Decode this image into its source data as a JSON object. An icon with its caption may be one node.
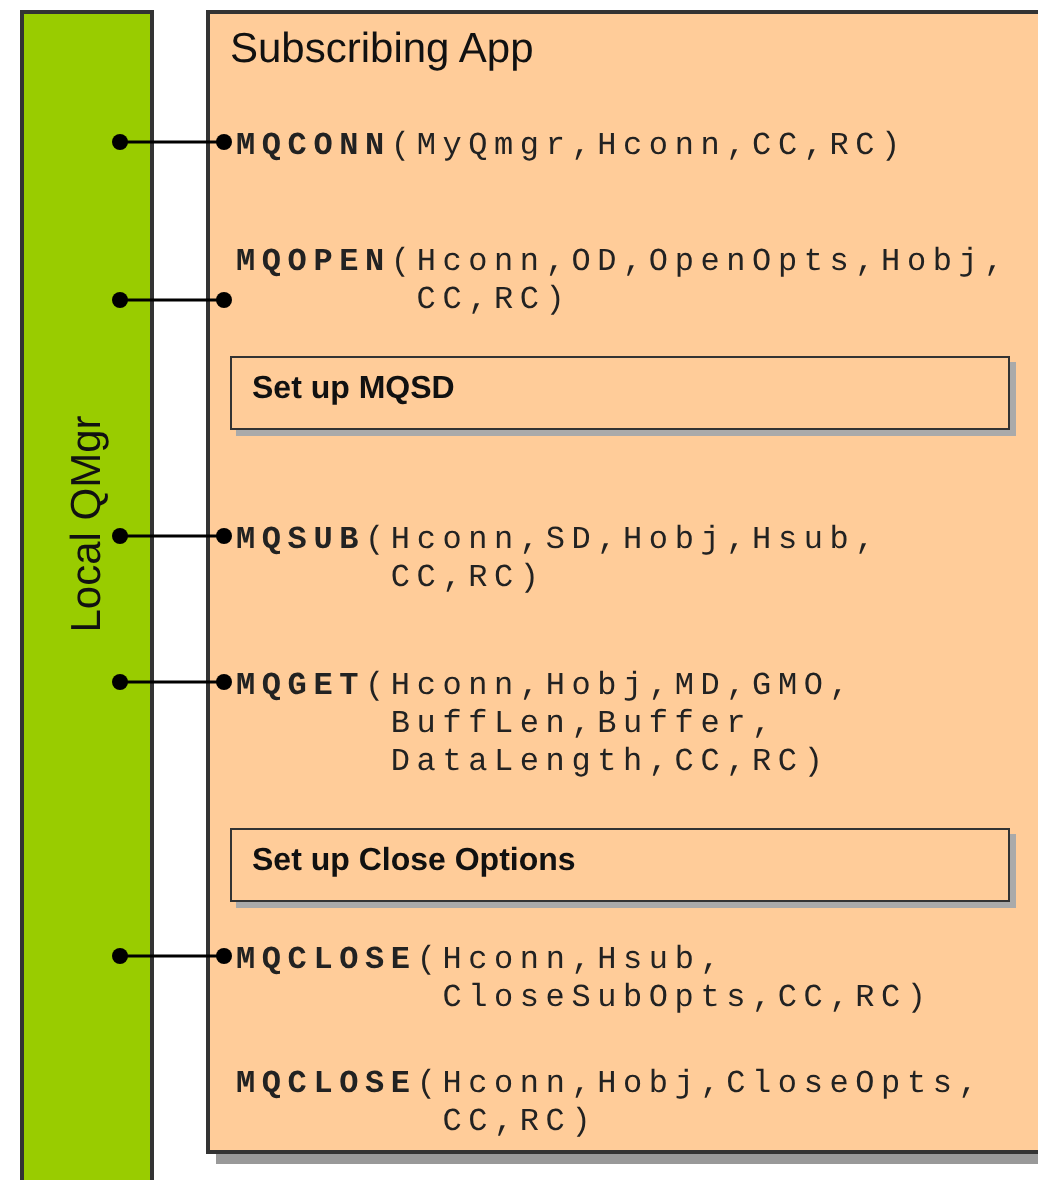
{
  "diagram": {
    "nodes": [
      {
        "text": [
          "Local QMgr"
        ]
      },
      {
        "text": [
          "Subscribing App"
        ]
      },
      {
        "text": [
          "**MQCONN**(MyQmgr,Hconn,CC,RC)"
        ],
        "in": 1
      },
      {
        "text": [
          "**MQOPEN**(Hconn,OD,OpenOpts,Hobj, CC,RC)"
        ],
        "in": 1
      },
      {
        "text": [
          "Set up MQSD"
        ],
        "in": 1
      },
      {
        "text": [
          "**MQSUB**(Hconn,SD,Hobj,Hsub, CC,RC)"
        ],
        "in": 1
      },
      {
        "text": [
          "**MQGET**(Hconn,Hobj,MD,GMO, BuffLen,Buffer, DataLength,CC,RC)"
        ],
        "in": 1
      },
      {
        "text": [
          "Set up Close Options"
        ],
        "in": 1
      },
      {
        "text": [
          "**MQCLOSE**(Hconn,Hsub, CloseSubOpts,CC,RC)"
        ],
        "in": 1
      },
      {
        "text": [
          "**MQCLOSE**(Hconn,Hobj,CloseOpts, CC,RC)"
        ],
        "in": 1
      }
    ],
    "edges": [
      {
        "from": 0,
        "to": 2,
        "arrow": "other"
      },
      {
        "from": 0,
        "to": 3,
        "arrow": "other"
      },
      {
        "from": 0,
        "to": 5,
        "arrow": "other"
      },
      {
        "from": 0,
        "to": 6,
        "arrow": "other"
      },
      {
        "from": 0,
        "to": 8,
        "arrow": "other"
      }
    ]
  }
}
